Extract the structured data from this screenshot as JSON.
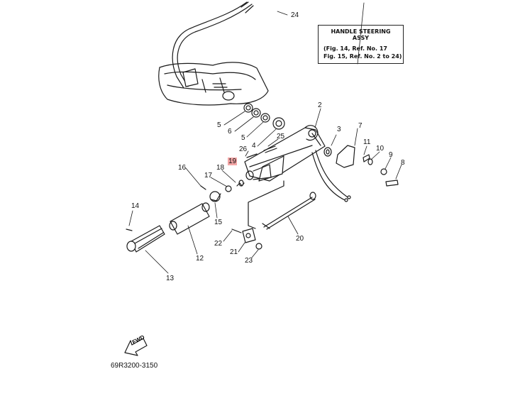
{
  "diagram": {
    "info_box": {
      "title": "HANDLE STEERING",
      "subtitle": "ASSY",
      "refs": [
        "(Fig. 14, Ref. No. 17",
        " Fig. 15, Ref. No. 2 to 24)"
      ]
    },
    "diagram_code": "69R3200-3150",
    "fwd_label": "FWD",
    "highlighted_part": "19",
    "callouts": {
      "c24": "24",
      "c2": "2",
      "c3": "3",
      "c7": "7",
      "c5a": "5",
      "c6": "6",
      "c5b": "5",
      "c4": "4",
      "c25": "25",
      "c26": "26",
      "c19": "19",
      "c16": "16",
      "c17": "17",
      "c18": "18",
      "c11": "11",
      "c10": "10",
      "c9": "9",
      "c8": "8",
      "c14": "14",
      "c15": "15",
      "c12": "12",
      "c13": "13",
      "c22": "22",
      "c21": "21",
      "c23": "23",
      "c20": "20"
    }
  }
}
